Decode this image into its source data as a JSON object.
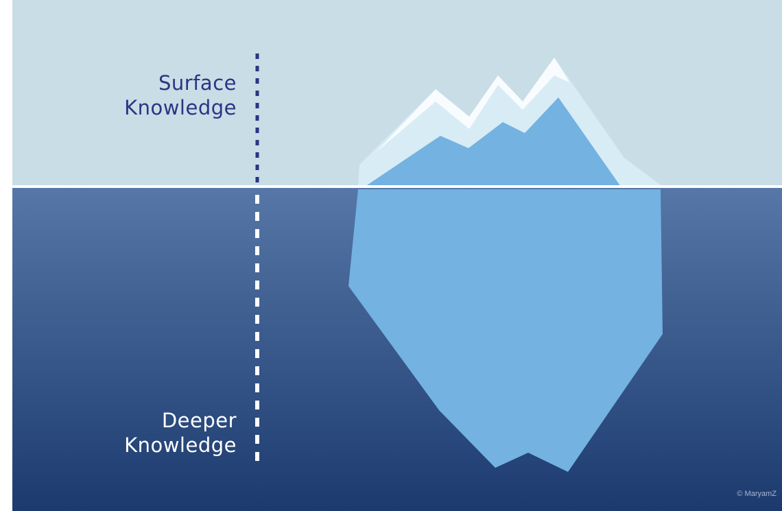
{
  "labels": {
    "surface_line1": "Surface",
    "surface_line2": "Knowledge",
    "deeper_line1": "Deeper",
    "deeper_line2": "Knowledge"
  },
  "credit": "© MaryamZ",
  "colors": {
    "sky": "#c8dde6",
    "water_top": "#5677a8",
    "water_bottom": "#1c3a6e",
    "ice_dark": "#73b2e1",
    "ice_light": "#d8ecf5",
    "ice_snow": "#ffffff",
    "surface_label": "#2b3483",
    "deeper_label": "#ffffff"
  }
}
